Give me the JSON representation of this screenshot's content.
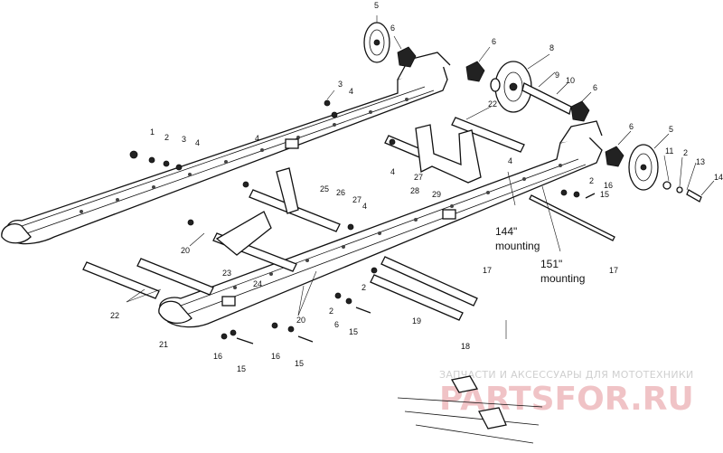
{
  "callouts": {
    "c1": "1",
    "c2a": "2",
    "c3a": "3",
    "c4a": "4",
    "c3b": "3",
    "c4b": "4",
    "c4c": "4",
    "c5a": "5",
    "c6a": "6",
    "c6b": "6",
    "c8": "8",
    "c9": "9",
    "c10": "10",
    "c6c": "6",
    "c22a": "22",
    "c4d": "4",
    "c27a": "27",
    "c28": "28",
    "c29": "29",
    "c4e": "4",
    "c6d": "6",
    "c5b": "5",
    "c11": "11",
    "c2b": "2",
    "c13": "13",
    "c14": "14",
    "c16a": "16",
    "c15a": "15",
    "c25": "25",
    "c26": "26",
    "c27b": "27",
    "c4f": "4",
    "c20a": "20",
    "c23": "23",
    "c24": "24",
    "c17a": "17",
    "c17b": "17",
    "c22b": "22",
    "c21": "21",
    "c20b": "20",
    "c2c": "2",
    "c6e": "6",
    "c15b": "15",
    "c19": "19",
    "c2d": "2",
    "c16b": "16",
    "c15c": "15",
    "c2e": "2",
    "c16c": "16",
    "c15d": "15",
    "c18": "18"
  },
  "mounting": {
    "m144_size": "144\"",
    "m144_word": "mounting",
    "m151_size": "151\"",
    "m151_word": "mounting"
  },
  "watermark": {
    "text": "ЗАПЧАСТИ И АКСЕССУАРЫ ДЛЯ МОТОТЕХНИКИ",
    "logo": "PARTSFOR.RU"
  },
  "colors": {
    "ink": "#111111",
    "watermark_text": "#cfcfcf",
    "watermark_logo": "#f0c3c6"
  }
}
